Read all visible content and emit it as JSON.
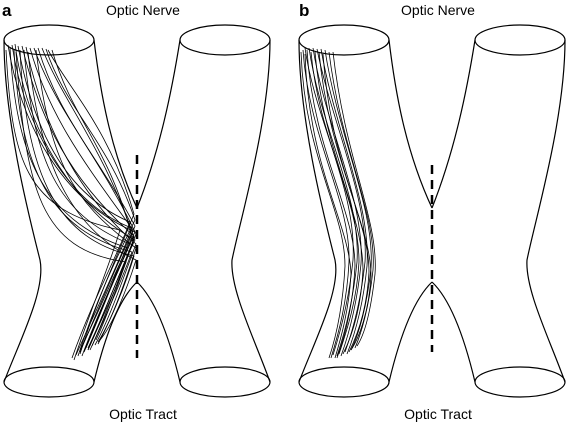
{
  "panels": [
    {
      "id": "a",
      "label": "a",
      "top_label": "Optic Nerve",
      "bottom_label": "Optic Tract"
    },
    {
      "id": "b",
      "label": "b",
      "top_label": "Optic Nerve",
      "bottom_label": "Optic Tract"
    }
  ],
  "colors": {
    "outline": "#000000",
    "fibers": "#000000",
    "background": "#ffffff"
  }
}
